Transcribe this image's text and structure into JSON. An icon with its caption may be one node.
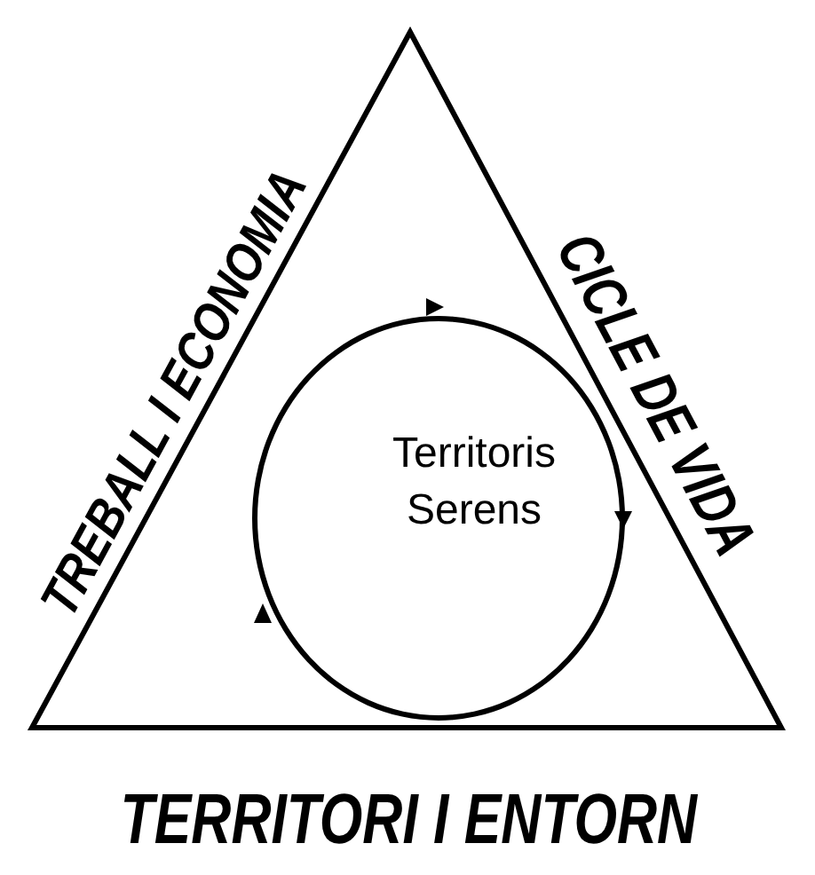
{
  "diagram": {
    "nodes": [
      {
        "text": [
          "Territoris Serens"
        ]
      }
    ],
    "labels": [
      "TREBALL I ECONOMIA",
      "CICLE DE VIDA",
      "TERRITORI I ENTORN"
    ]
  }
}
